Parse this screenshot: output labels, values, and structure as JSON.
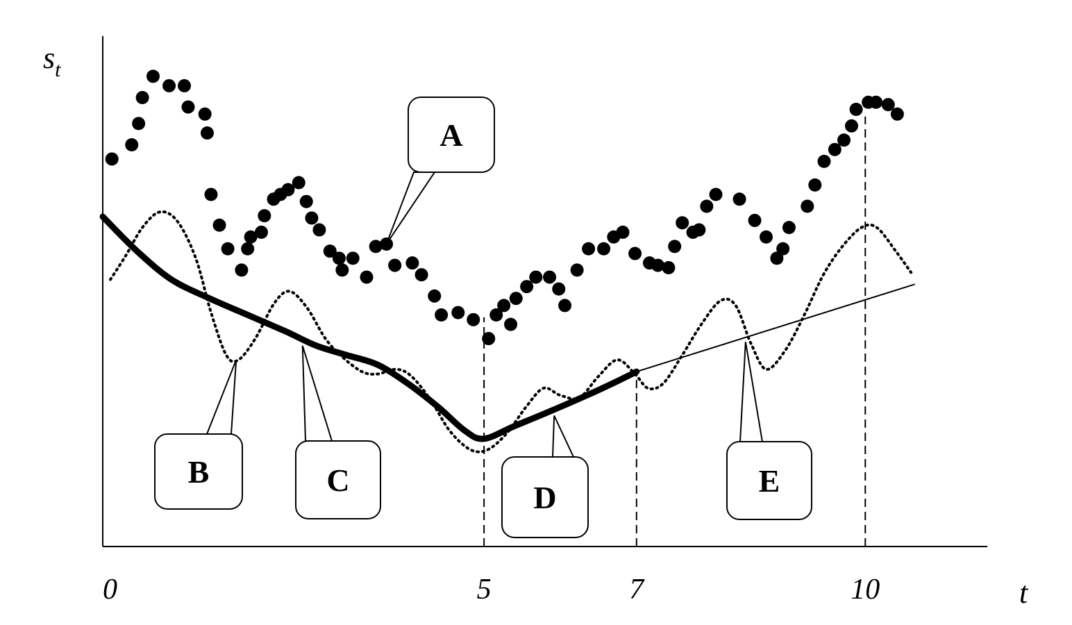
{
  "chart_data": {
    "type": "scatter",
    "title": "",
    "xlabel": "t",
    "ylabel": "s_t",
    "ylabel_main": "s",
    "ylabel_sub": "t",
    "xlim": [
      0,
      11.6
    ],
    "ylim": [
      0,
      10.8
    ],
    "x_ticks": [
      {
        "value": 0,
        "label": "0"
      },
      {
        "value": 5,
        "label": "5"
      },
      {
        "value": 7,
        "label": "7"
      },
      {
        "value": 10,
        "label": "10"
      }
    ],
    "y_ticks": [],
    "grid": false,
    "legend": "none",
    "vertical_dashed_lines": [
      5,
      7,
      10
    ],
    "colors": {
      "ink": "#000000",
      "background": "#ffffff"
    },
    "series": [
      {
        "label_letter": "A",
        "style": "dots",
        "points": [
          [
            0.12,
            8.2
          ],
          [
            0.38,
            8.5
          ],
          [
            0.47,
            8.95
          ],
          [
            0.52,
            9.5
          ],
          [
            0.66,
            9.95
          ],
          [
            0.87,
            9.75
          ],
          [
            1.07,
            9.75
          ],
          [
            1.12,
            9.3
          ],
          [
            1.34,
            9.15
          ],
          [
            1.37,
            8.75
          ],
          [
            1.42,
            7.45
          ],
          [
            1.53,
            6.8
          ],
          [
            1.64,
            6.3
          ],
          [
            1.82,
            5.85
          ],
          [
            1.9,
            6.3
          ],
          [
            1.94,
            6.55
          ],
          [
            2.08,
            6.65
          ],
          [
            2.12,
            7.0
          ],
          [
            2.24,
            7.35
          ],
          [
            2.33,
            7.45
          ],
          [
            2.43,
            7.55
          ],
          [
            2.57,
            7.7
          ],
          [
            2.67,
            7.3
          ],
          [
            2.74,
            6.95
          ],
          [
            2.84,
            6.7
          ],
          [
            2.98,
            6.25
          ],
          [
            3.1,
            6.1
          ],
          [
            3.14,
            5.85
          ],
          [
            3.28,
            6.1
          ],
          [
            3.46,
            5.7
          ],
          [
            3.58,
            6.35
          ],
          [
            3.72,
            6.4
          ],
          [
            3.83,
            5.95
          ],
          [
            4.06,
            6.0
          ],
          [
            4.18,
            5.75
          ],
          [
            4.35,
            5.3
          ],
          [
            4.44,
            4.9
          ],
          [
            4.66,
            4.95
          ],
          [
            4.86,
            4.8
          ],
          [
            5.06,
            4.4
          ],
          [
            5.16,
            4.9
          ],
          [
            5.26,
            5.1
          ],
          [
            5.35,
            4.7
          ],
          [
            5.42,
            5.25
          ],
          [
            5.56,
            5.5
          ],
          [
            5.68,
            5.7
          ],
          [
            5.86,
            5.7
          ],
          [
            5.98,
            5.45
          ],
          [
            6.06,
            5.1
          ],
          [
            6.22,
            5.85
          ],
          [
            6.37,
            6.3
          ],
          [
            6.57,
            6.3
          ],
          [
            6.7,
            6.55
          ],
          [
            6.82,
            6.65
          ],
          [
            6.98,
            6.2
          ],
          [
            7.17,
            6.0
          ],
          [
            7.28,
            5.95
          ],
          [
            7.42,
            5.9
          ],
          [
            7.5,
            6.35
          ],
          [
            7.6,
            6.85
          ],
          [
            7.74,
            6.65
          ],
          [
            7.82,
            6.7
          ],
          [
            7.92,
            7.2
          ],
          [
            8.04,
            7.45
          ],
          [
            8.35,
            7.35
          ],
          [
            8.55,
            6.9
          ],
          [
            8.7,
            6.55
          ],
          [
            8.84,
            6.1
          ],
          [
            8.92,
            6.3
          ],
          [
            9.0,
            6.75
          ],
          [
            9.24,
            7.2
          ],
          [
            9.34,
            7.65
          ],
          [
            9.46,
            8.15
          ],
          [
            9.6,
            8.4
          ],
          [
            9.72,
            8.6
          ],
          [
            9.82,
            8.9
          ],
          [
            9.88,
            9.25
          ],
          [
            10.04,
            9.4
          ],
          [
            10.14,
            9.4
          ],
          [
            10.3,
            9.35
          ],
          [
            10.42,
            9.15
          ]
        ]
      },
      {
        "label_letter": "B",
        "style": "dotted-wave",
        "points": [
          [
            0.1,
            5.65
          ],
          [
            0.3,
            6.15
          ],
          [
            0.52,
            6.75
          ],
          [
            0.75,
            7.08
          ],
          [
            0.98,
            6.88
          ],
          [
            1.22,
            6.1
          ],
          [
            1.42,
            4.95
          ],
          [
            1.62,
            4.05
          ],
          [
            1.78,
            3.95
          ],
          [
            2.0,
            4.4
          ],
          [
            2.25,
            5.15
          ],
          [
            2.45,
            5.4
          ],
          [
            2.68,
            5.05
          ],
          [
            2.92,
            4.4
          ],
          [
            3.15,
            4.0
          ],
          [
            3.4,
            3.7
          ],
          [
            3.6,
            3.65
          ],
          [
            3.85,
            3.75
          ],
          [
            4.05,
            3.6
          ],
          [
            4.3,
            3.1
          ],
          [
            4.55,
            2.45
          ],
          [
            4.82,
            2.05
          ],
          [
            5.05,
            2.05
          ],
          [
            5.3,
            2.4
          ],
          [
            5.55,
            2.95
          ],
          [
            5.78,
            3.35
          ],
          [
            6.0,
            3.2
          ],
          [
            6.25,
            3.15
          ],
          [
            6.5,
            3.6
          ],
          [
            6.75,
            3.95
          ],
          [
            6.98,
            3.65
          ],
          [
            7.15,
            3.35
          ],
          [
            7.35,
            3.45
          ],
          [
            7.6,
            4.05
          ],
          [
            7.85,
            4.7
          ],
          [
            8.1,
            5.2
          ],
          [
            8.3,
            5.1
          ],
          [
            8.5,
            4.3
          ],
          [
            8.7,
            3.75
          ],
          [
            8.95,
            4.15
          ],
          [
            9.2,
            4.9
          ],
          [
            9.45,
            5.75
          ],
          [
            9.7,
            6.35
          ],
          [
            9.95,
            6.75
          ],
          [
            10.15,
            6.75
          ],
          [
            10.4,
            6.25
          ],
          [
            10.6,
            5.8
          ]
        ]
      },
      {
        "label_letter": "C",
        "style": "thick-line",
        "points": [
          [
            0.0,
            6.98
          ],
          [
            0.45,
            6.25
          ],
          [
            0.9,
            5.65
          ],
          [
            1.4,
            5.25
          ],
          [
            1.9,
            4.9
          ],
          [
            2.4,
            4.55
          ],
          [
            2.8,
            4.25
          ],
          [
            3.2,
            4.05
          ],
          [
            3.6,
            3.85
          ],
          [
            4.0,
            3.45
          ],
          [
            4.4,
            2.95
          ],
          [
            4.75,
            2.45
          ],
          [
            5.0,
            2.28
          ],
          [
            5.4,
            2.55
          ],
          [
            5.85,
            2.85
          ],
          [
            6.35,
            3.2
          ],
          [
            6.75,
            3.5
          ],
          [
            7.0,
            3.7
          ]
        ]
      },
      {
        "label_letter": "E",
        "style": "thin-line",
        "points": [
          [
            7.0,
            3.7
          ],
          [
            10.65,
            5.55
          ]
        ]
      }
    ],
    "annotations": [
      {
        "text": "A",
        "target": [
          3.72,
          6.4
        ]
      },
      {
        "text": "B",
        "target": [
          1.75,
          3.95
        ]
      },
      {
        "text": "C",
        "target": [
          2.62,
          4.25
        ]
      },
      {
        "text": "D",
        "target": [
          5.92,
          2.77
        ]
      },
      {
        "text": "E",
        "target": [
          8.43,
          4.33
        ]
      }
    ]
  }
}
